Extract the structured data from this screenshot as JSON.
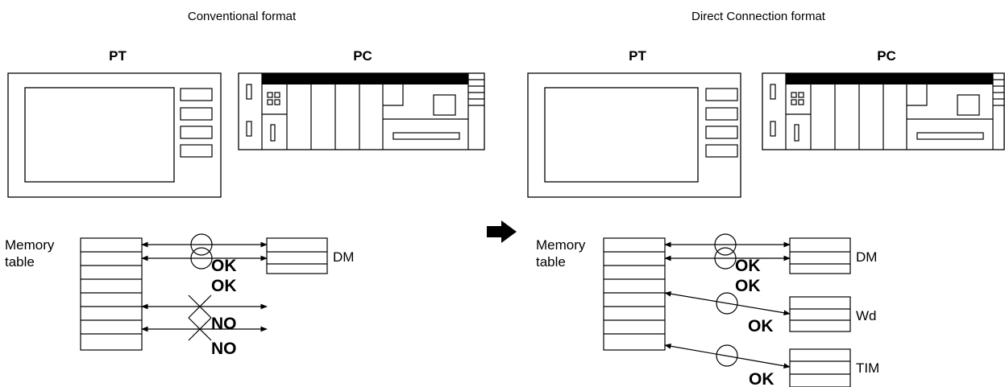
{
  "panels": [
    {
      "title": "Conventional format",
      "pt_label": "PT",
      "pc_label": "PC",
      "memory_label_line1": "Memory",
      "memory_label_line2": "table",
      "dm_label": "DM",
      "status": [
        "OK",
        "OK",
        "NO",
        "NO"
      ]
    },
    {
      "title": "Direct Connection format",
      "pt_label": "PT",
      "pc_label": "PC",
      "memory_label_line1": "Memory",
      "memory_label_line2": "table",
      "dm_label": "DM",
      "wd_label": "Wd",
      "tim_label": "TIM",
      "status": [
        "OK",
        "OK",
        "OK",
        "OK"
      ]
    }
  ],
  "arrow_icon": "right-arrow-icon"
}
